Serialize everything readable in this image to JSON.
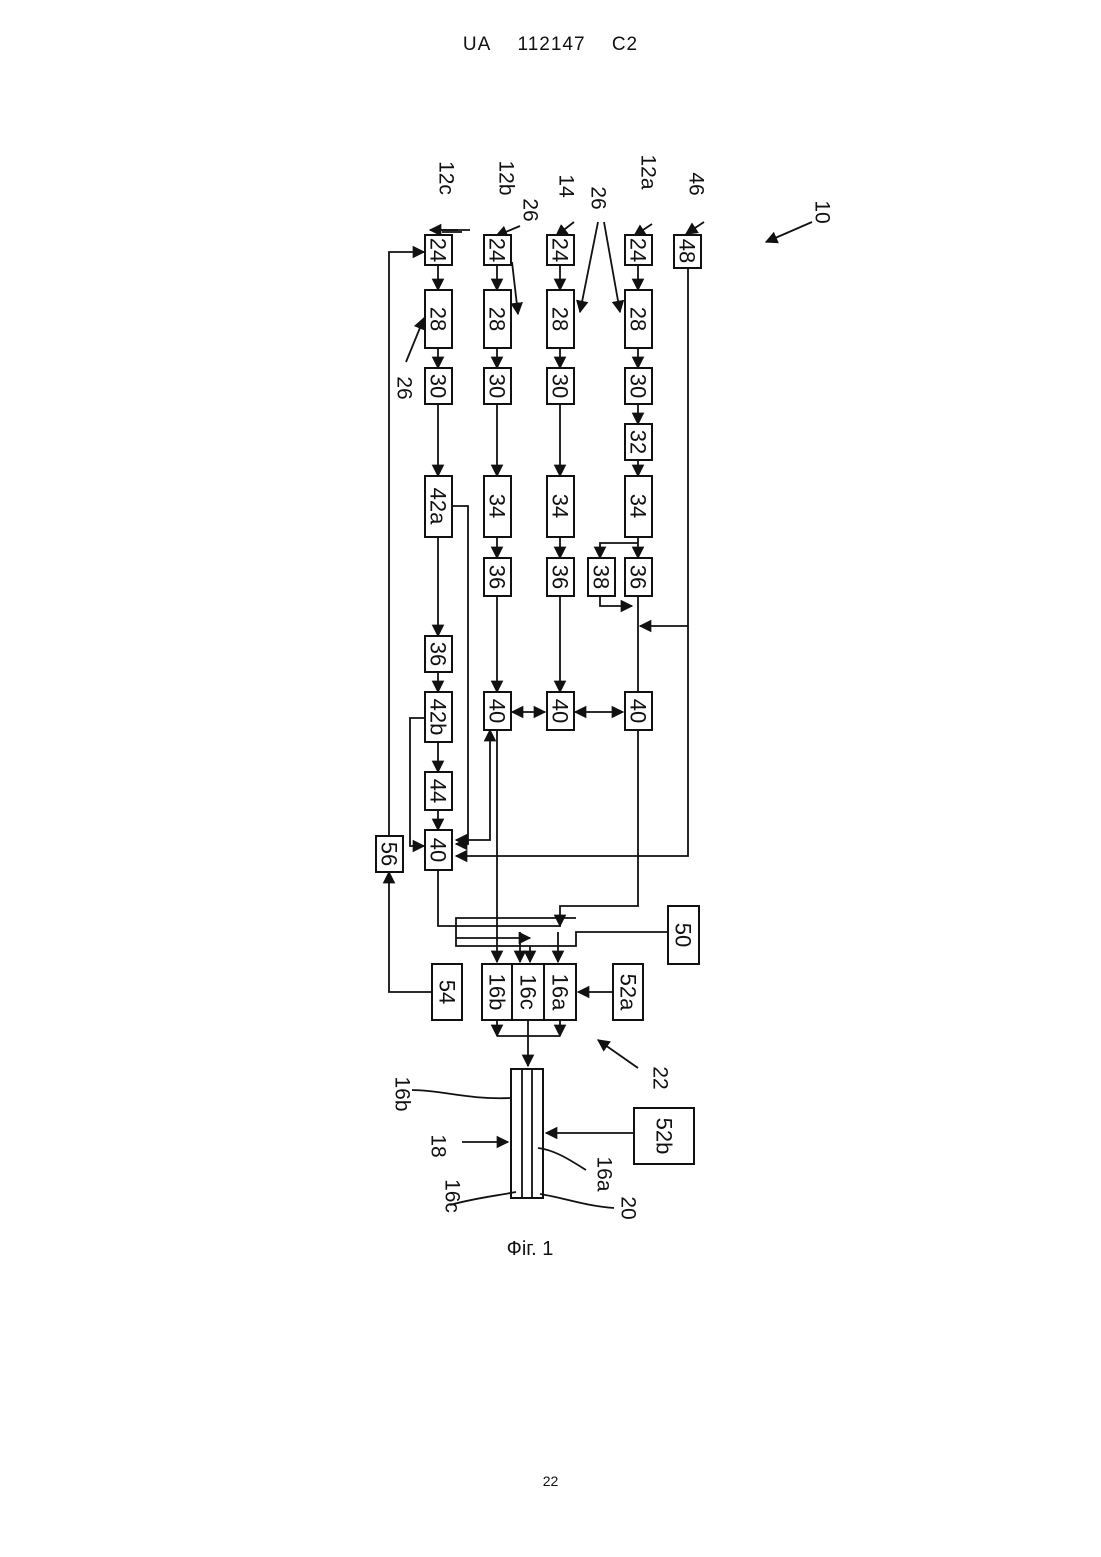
{
  "header": {
    "country": "UA",
    "number": "112147",
    "kind": "C2"
  },
  "caption": "Фіг. 1",
  "page_number": "22",
  "diagram": {
    "boxes": {
      "b24c": "24",
      "b28c": "28",
      "b30c": "30",
      "b42a": "42a",
      "b36c": "36",
      "b42b": "42b",
      "b44": "44",
      "b40c": "40",
      "b24b": "24",
      "b28b": "28",
      "b30b": "30",
      "b34b": "34",
      "b36b": "36",
      "b40b": "40",
      "b24x": "24",
      "b28x": "28",
      "b30x": "30",
      "b34x": "34",
      "b36x": "36",
      "b40x": "40",
      "b24a": "24",
      "b28a": "28",
      "b30a": "30",
      "b32": "32",
      "b34a": "34",
      "b36a": "36",
      "b38": "38",
      "b40a": "40",
      "b48": "48",
      "b56": "56",
      "b50": "50",
      "b54": "54",
      "b16b": "16b",
      "b16c": "16c",
      "b16a": "16a",
      "b52a": "52a",
      "b52b": "52b"
    },
    "refs": {
      "r12c": "12c",
      "r12b": "12b",
      "r26top1": "26",
      "r14": "14",
      "r26top2": "26",
      "r12a": "12a",
      "r46": "46",
      "r10": "10",
      "r26left": "26",
      "r22": "22",
      "r16b": "16b",
      "r18": "18",
      "r16c": "16c",
      "r16a": "16a",
      "r20": "20"
    }
  }
}
